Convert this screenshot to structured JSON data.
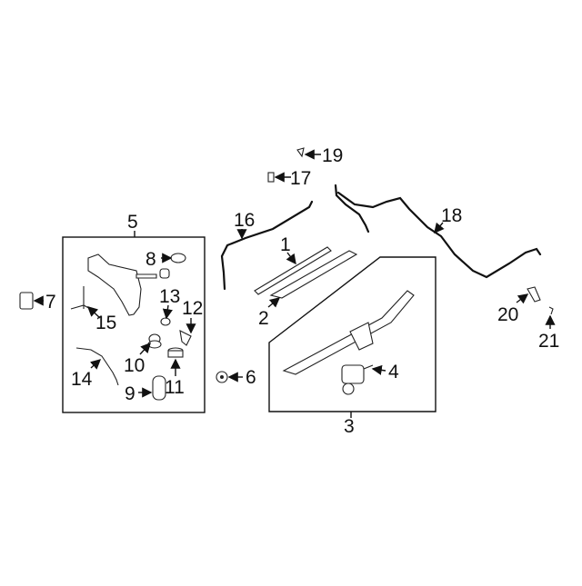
{
  "diagram": {
    "title": "Windshield wiper and washer components",
    "callouts": {
      "c1": "1",
      "c2": "2",
      "c3": "3",
      "c4": "4",
      "c5": "5",
      "c6": "6",
      "c7": "7",
      "c8": "8",
      "c9": "9",
      "c10": "10",
      "c11": "11",
      "c12": "12",
      "c13": "13",
      "c14": "14",
      "c15": "15",
      "c16": "16",
      "c17": "17",
      "c18": "18",
      "c19": "19",
      "c20": "20",
      "c21": "21"
    }
  }
}
